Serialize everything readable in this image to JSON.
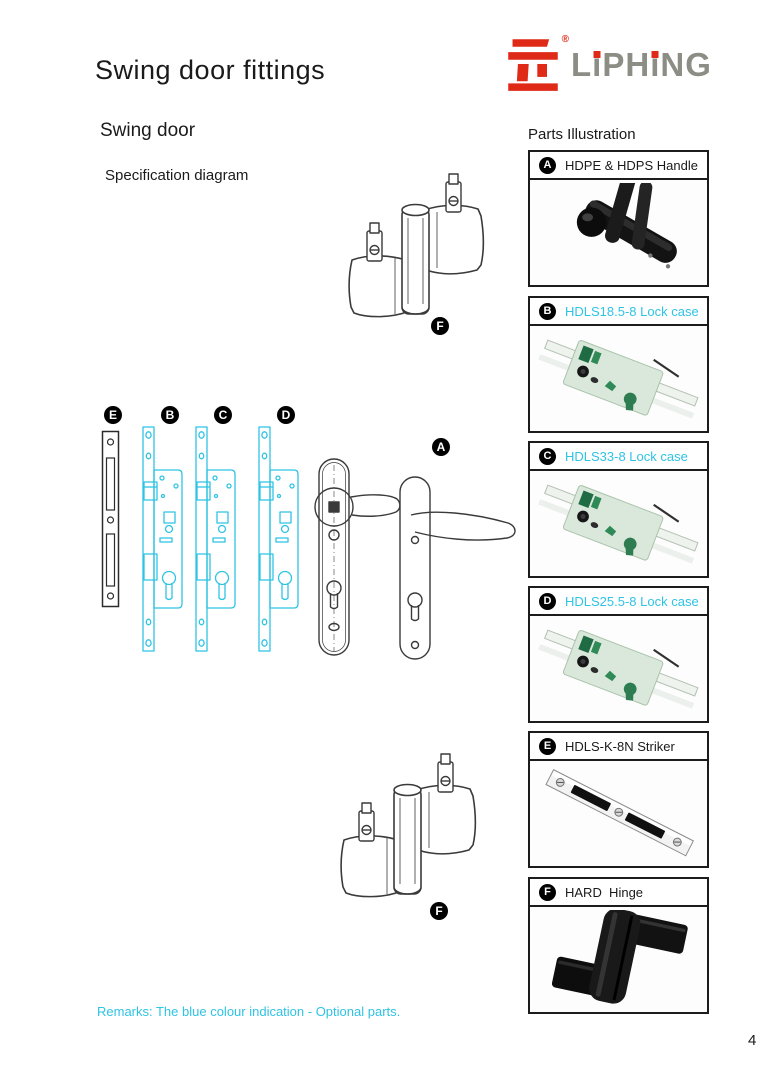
{
  "page": {
    "title": "Swing door fittings",
    "subtitle": "Swing door",
    "spec_label": "Specification diagram",
    "remarks": "Remarks: The blue colour indication - Optional parts.",
    "page_number": "4"
  },
  "logo": {
    "registered": "®",
    "seg1": "L",
    "seg2": "i",
    "seg3": "PH",
    "seg4": "i",
    "seg5": "NG"
  },
  "diagram": {
    "badges": {
      "hinge_top": "F",
      "striker": "E",
      "lock_b": "B",
      "lock_c": "C",
      "lock_d": "D",
      "handle": "A",
      "hinge_bottom": "F"
    }
  },
  "parts_panel": {
    "heading": "Parts Illustration",
    "items": [
      {
        "letter": "A",
        "label": "HDPE & HDPS Handle",
        "optional": false
      },
      {
        "letter": "B",
        "label": "HDLS18.5-8 Lock case",
        "optional": true
      },
      {
        "letter": "C",
        "label": "HDLS33-8 Lock case",
        "optional": true
      },
      {
        "letter": "D",
        "label": "HDLS25.5-8 Lock case",
        "optional": true
      },
      {
        "letter": "E",
        "label": "HDLS-K-8N Striker",
        "optional": false
      },
      {
        "letter": "F",
        "label": "HARD  Hinge",
        "optional": false
      }
    ]
  },
  "colors": {
    "accent_cyan": "#2fc3e4",
    "logo_red": "#e02a18",
    "logo_gray": "#8c8d84",
    "line_black": "#1c1c1c"
  }
}
